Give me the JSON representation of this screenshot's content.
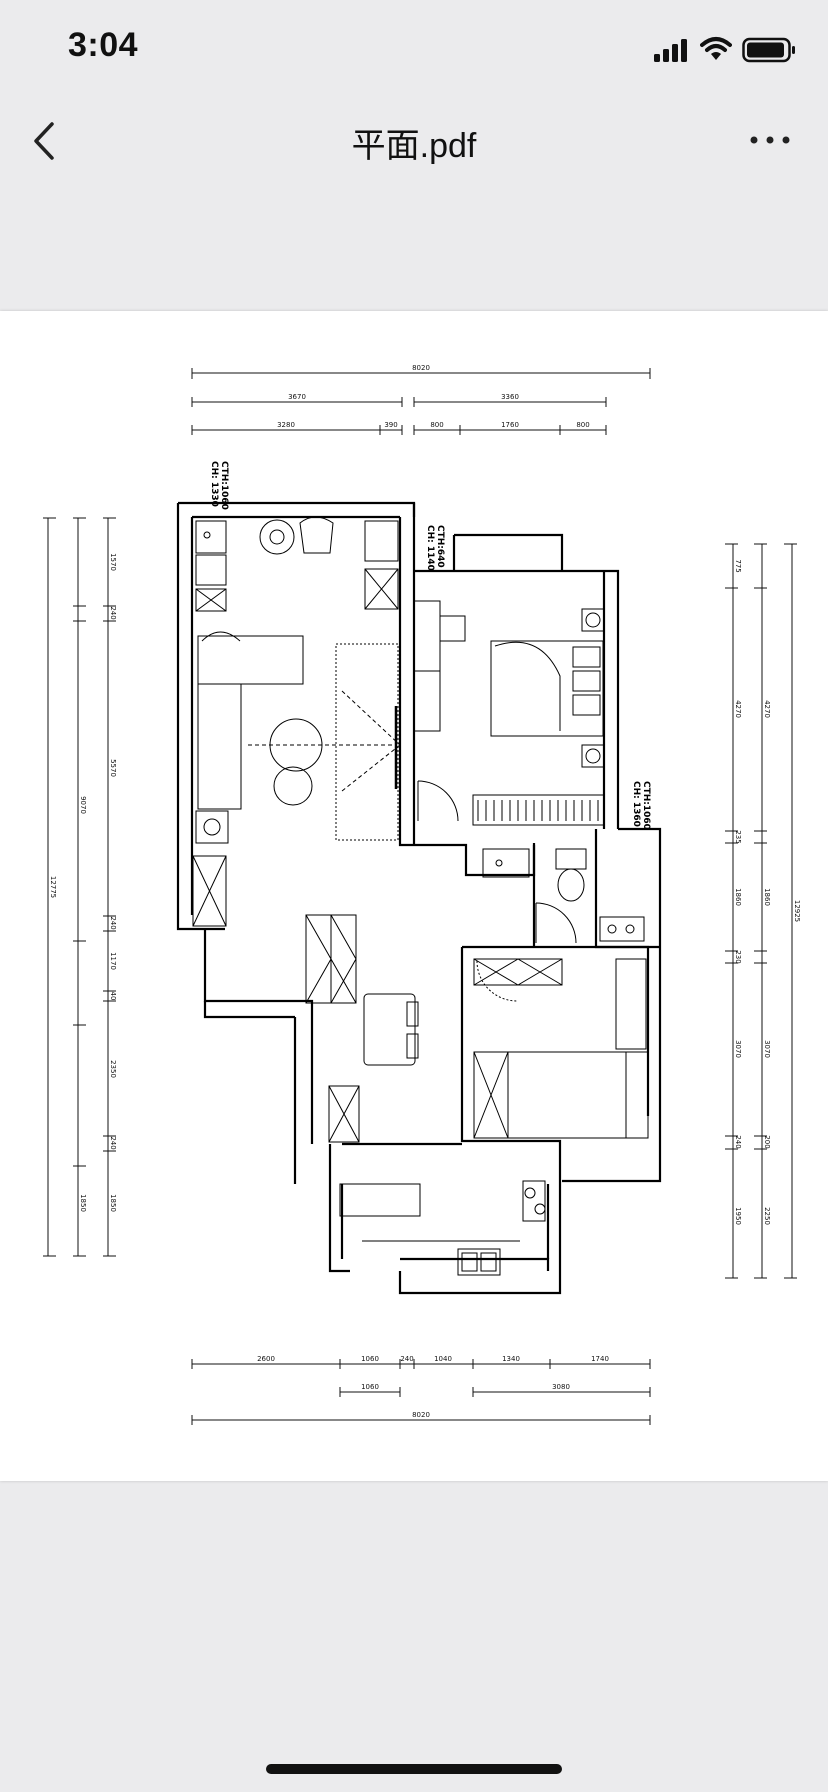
{
  "status_bar": {
    "time": "3:04"
  },
  "header": {
    "title": "平面.pdf"
  },
  "plan": {
    "top_dims": {
      "overall": "8020",
      "left_block": "3670",
      "right_block": "3360",
      "seg_a": "3280",
      "seg_b": "390",
      "seg_c": "800",
      "seg_d": "1760",
      "seg_e": "800"
    },
    "bottom_dims": {
      "seg_1": "2600",
      "seg_2": "1060",
      "seg_3": "240",
      "seg_4": "1040",
      "seg_5": "1340",
      "seg_6": "1740",
      "row2_a": "1060",
      "row2_b": "3080",
      "overall": "8020"
    },
    "left_dims": {
      "outer": "12775",
      "mid": "9070",
      "d1": "1570",
      "d2": "240",
      "d3": "5570",
      "d4": "240",
      "d5": "1170",
      "d6": "40",
      "d7": "2350",
      "d8": "240",
      "d9": "1850",
      "d10": "1850"
    },
    "right_dims": {
      "outer": "12925",
      "d1": "775",
      "d2": "4270",
      "d3": "4270",
      "d4": "235",
      "d5": "1860",
      "d6": "1860",
      "d7": "230",
      "d8": "3070",
      "d9": "3070",
      "d10": "240",
      "d11": "200",
      "d12": "1950",
      "d13": "2250"
    },
    "notes": {
      "a_line1": "CTH:1060",
      "a_line2": "CH: 1330",
      "b_line1": "CTH:640",
      "b_line2": "CH: 1140",
      "c_line1": "CTH:1060",
      "c_line2": "CH: 1360"
    }
  }
}
